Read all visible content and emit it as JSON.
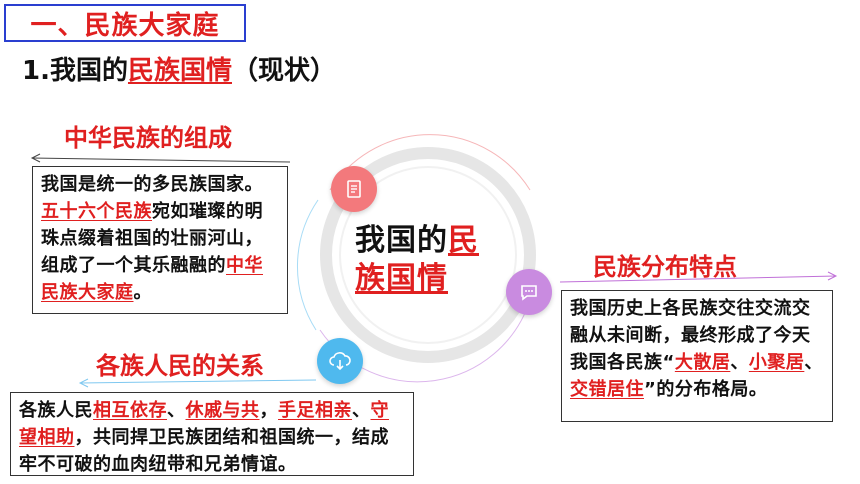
{
  "section_title": "一、民族大家庭",
  "subtitle": {
    "prefix": "1.我国的",
    "highlight": "民族国情",
    "suffix": "（现状）"
  },
  "center": {
    "line1_black": "我国的",
    "line1_red": "民",
    "line2_red": "族国情"
  },
  "composition": {
    "heading": "中华民族的组成",
    "p1": "我国是统一的多民族国家。",
    "p2_red": "五十六个民族",
    "p2": "宛如璀璨的明珠点缀着祖国的壮丽河山，组成了一个其乐融融的",
    "p3_red": "中华民族大家庭",
    "p3": "。"
  },
  "distribution": {
    "heading": "民族分布特点",
    "t1": "我国历史上各民族交往交流交融从未间断，最终形成了今天我国各民族“",
    "r1": "大散居",
    "t2": "、",
    "r2": "小聚居",
    "t3": "、",
    "r3": "交错居住",
    "t4": "”的分布格局。"
  },
  "relations": {
    "heading": "各族人民的关系",
    "t1": "各族人民",
    "r1": "相互依存",
    "t2": "、",
    "r2": "休戚与共",
    "t3": "，",
    "r3": "手足相亲",
    "t4": "、",
    "r4": "守望相助",
    "t5": "，共同捍卫民族团结和祖国统一，结成牢不可破的血肉纽带和兄弟情谊。"
  },
  "icons": {
    "doc": "document-icon",
    "chat": "chat-icon",
    "cloud": "cloud-download-icon"
  },
  "colors": {
    "accent_red": "#e02020",
    "frame_blue": "#2a3fd0",
    "icon_pink": "#f3797c",
    "icon_purple": "#c98be0",
    "icon_blue": "#4fb9ee"
  }
}
